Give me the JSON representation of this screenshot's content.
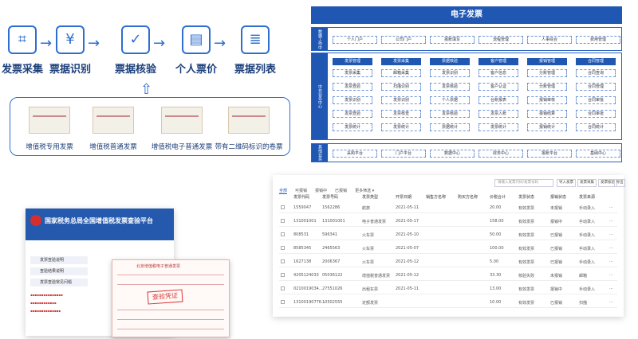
{
  "flow": {
    "steps": [
      {
        "label": "发票采集",
        "icon": "scan-icon"
      },
      {
        "label": "票据识别",
        "icon": "yen-document-icon"
      },
      {
        "label": "票据核验",
        "icon": "shield-check-icon"
      },
      {
        "label": "个人票价",
        "icon": "printer-icon"
      },
      {
        "label": "票据列表",
        "icon": "yen-list-icon"
      }
    ],
    "docs": [
      "增值税专用发票",
      "增值税普通发票",
      "增值税电子普通发票",
      "带有二维码标识的卷票"
    ]
  },
  "einvoice": {
    "title": "电子发票",
    "sections": [
      {
        "side": "数据工作中心",
        "cells": [
          "个人门户",
          "公司门户",
          "报账填写",
          "流程管理",
          "人事综合",
          "费用管理"
        ]
      },
      {
        "side": "中台业务中心",
        "heads": [
          "发票管理",
          "发票采集",
          "票据核验",
          "客户管理",
          "报销管理",
          "合同管理"
        ],
        "rows": [
          [
            "发票采集",
            "邮箱采集",
            "发票识别",
            "客户信息",
            "分账管理",
            "合同查询"
          ],
          [
            "发票查验",
            "扫描识别",
            "发票核验",
            "客户认证",
            "分账管理",
            "合同管理"
          ],
          [
            "发票识别",
            "发票识别",
            "个人票据",
            "台账报表",
            "报销审核",
            "合同审批"
          ],
          [
            "发票查验",
            "发票核查",
            "发票核验",
            "发票入账",
            "报销结算",
            "合同审批"
          ],
          [
            "发票统计",
            "发票统计",
            "票据统计",
            "发票统计",
            "报销统计",
            "合同统计"
          ]
        ]
      },
      {
        "side": "其他业务",
        "cells": [
          "采购平台",
          "门户平台",
          "数据中心",
          "财务中心",
          "报账平台",
          "基础中心"
        ]
      }
    ]
  },
  "table": {
    "tabs": [
      "全部",
      "可报销",
      "报销中",
      "已报销",
      "更多筛选 ▾"
    ],
    "search_placeholder": "请输入发票代码/发票号码",
    "buttons": [
      "导入发票",
      "发票采集",
      "发票核验",
      "导出"
    ],
    "headers": [
      "发票代码",
      "发票号码",
      "发票类型",
      "开票日期",
      "销售方名称",
      "购买方名称",
      "价税合计",
      "发票状态",
      "报销状态",
      "发票来源",
      ""
    ],
    "rows": [
      [
        "1559047",
        "1562286",
        "航旅",
        "2021-05-11",
        "",
        "",
        "20.00",
        "有效发票",
        "未报销",
        "手动录入",
        "···"
      ],
      [
        "131001001",
        "131001001",
        "电子普通发票",
        "2021-05-17",
        "",
        "",
        "158.00",
        "有效发票",
        "报销中",
        "手动录入",
        "···"
      ],
      [
        "808531",
        "596341",
        "火车票",
        "2021-05-10",
        "",
        "",
        "50.00",
        "有效发票",
        "已报销",
        "手动录入",
        "···"
      ],
      [
        "8585345",
        "2465563",
        "火车票",
        "2021-05-07",
        "",
        "",
        "100.00",
        "有效发票",
        "已报销",
        "手动录入",
        "···"
      ],
      [
        "1627138",
        "2006367",
        "火车票",
        "2021-05-12",
        "",
        "",
        "5.00",
        "有效发票",
        "已报销",
        "手动录入",
        "···"
      ],
      [
        "4205124033",
        "05036122",
        "增值税普通发票",
        "2021-05-12",
        "",
        "",
        "33.30",
        "核验失败",
        "未报销",
        "邮箱",
        "···"
      ],
      [
        "0210019034...",
        "27551026",
        "出租车票",
        "2021-05-11",
        "",
        "",
        "13.00",
        "有效发票",
        "报销中",
        "手动录入",
        "···"
      ],
      [
        "13100190776...",
        "10502555",
        "定额发票",
        "",
        "",
        "",
        "10.00",
        "有效发票",
        "已报销",
        "扫描",
        "···"
      ]
    ]
  },
  "verify": {
    "title": "国家税务总局全国增值税发票查验平台",
    "subtitle": "",
    "menu": [
      "发票查验说明",
      "查验结果说明",
      "发票查验常见问题"
    ],
    "receipt_header": "北京增值税电子普通发票",
    "stamp": "查验凭证"
  },
  "colors": {
    "primary": "#1f57b3",
    "accent": "#2d6fcf",
    "danger": "#d32f2f"
  }
}
